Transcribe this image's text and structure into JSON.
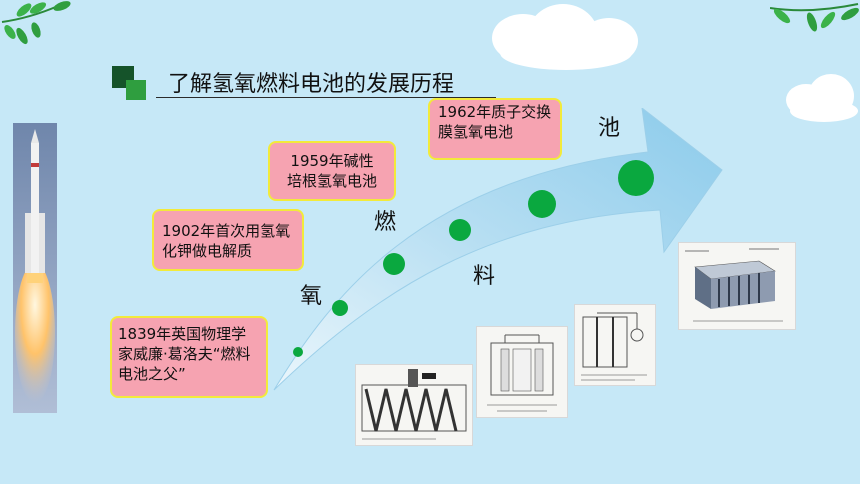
{
  "title": "了解氢氧燃料电池的发展历程",
  "milestones": [
    {
      "text": "1839年英国物理学家威廉·葛洛夫“燃料电池之父”"
    },
    {
      "text": "1902年首次用氢氧化钾做电解质"
    },
    {
      "text": "1959年碱性培根氢氧电池"
    },
    {
      "text": "1962年质子交换膜氢氧电池"
    }
  ],
  "arrow_chars": [
    "氧",
    "燃",
    "料",
    "池"
  ],
  "colors": {
    "background": "#c6e8f7",
    "note_fill": "#f6a3b1",
    "note_border": "#f2ea3b",
    "dot": "#0aa83f",
    "arrow": "#9fd3ee"
  },
  "icons": [
    "leaf-icon",
    "title-square-icon",
    "rocket-photo",
    "fuel-cell-diagram"
  ]
}
